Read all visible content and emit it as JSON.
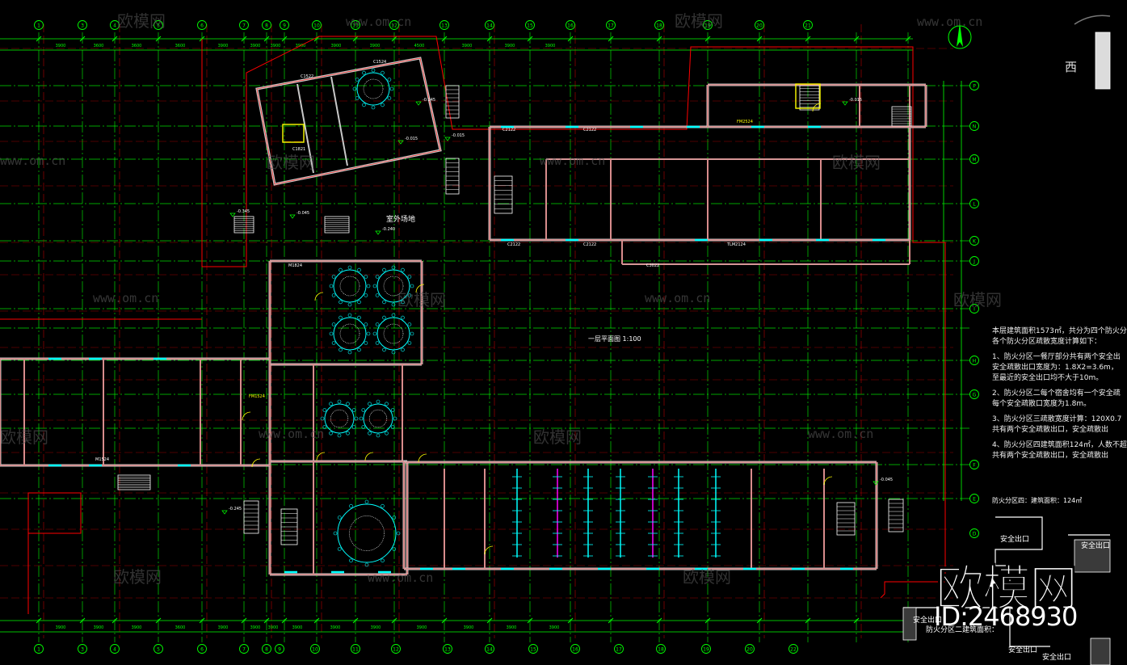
{
  "drawing": {
    "plan_title": "一层平面图 1:100",
    "outdoor_label": "室外场地",
    "fire_zone_label": "防火分区四：建筑面积：124㎡",
    "west_label": "西",
    "watermark": "欧模网",
    "watermark_url": "www.om.cn",
    "id_label": "ID:2468930",
    "exit_label": "安全出口",
    "zone_area_note": "防火分区二建筑面积："
  },
  "axes": {
    "top": [
      "1",
      "3",
      "4",
      "5",
      "6",
      "7",
      "8",
      "9",
      "10",
      "11",
      "12",
      "13",
      "14",
      "15",
      "16",
      "17",
      "18",
      "19",
      "20",
      "21"
    ],
    "bottom": [
      "1",
      "3",
      "4",
      "5",
      "6",
      "7",
      "8",
      "9",
      "10",
      "11",
      "12",
      "13",
      "14",
      "15",
      "16",
      "17",
      "18",
      "19",
      "20",
      "22"
    ],
    "right": [
      "P",
      "N",
      "M",
      "L",
      "K",
      "J",
      "I",
      "H",
      "G",
      "F",
      "E",
      "D"
    ]
  },
  "dims_top": [
    "3900",
    "3600",
    "3600",
    "3600",
    "3900",
    "3900",
    "3900",
    "3900",
    "3900",
    "3900",
    "4500",
    "3900",
    "3900",
    "3900"
  ],
  "dims_bottom": [
    "3900",
    "3900",
    "3900",
    "3600",
    "3900",
    "3900",
    "3900",
    "3900",
    "3900",
    "3900",
    "3900",
    "3900",
    "3900",
    "3900"
  ],
  "door_tags": [
    "C2122",
    "C2122",
    "C2122",
    "C2122",
    "C3022",
    "TLM2124",
    "FM2524",
    "FM1524",
    "M1824",
    "M1524",
    "C1522",
    "C1524",
    "C1821"
  ],
  "level_tags": [
    "-0.245",
    "-0.045",
    "-0.015",
    "-0.345",
    "-0.015",
    "-0.245",
    "-0.015",
    "-0.240",
    "-0.045"
  ],
  "notes": [
    "本层建筑面积1573㎡，共分为四个防火分",
    "各个防火分区疏散宽度计算如下：",
    "1、防火分区一餐厅部分共有两个安全出",
    "   安全疏散出口宽度为：1.8X2=3.6m，",
    "   至最近的安全出口均不大于10m。",
    "2、防火分区二每个宿舍均有一个安全疏",
    "   每个安全疏散口宽度为1.8m。",
    "3、防火分区三疏散宽度计算：120X0.7",
    "   共有两个安全疏散出口，安全疏散出",
    "4、防火分区四建筑面积124㎡，人数不超",
    "   共有两个安全疏散出口，安全疏散出"
  ],
  "colors": {
    "axis": "#00ff00",
    "wall": "#ff0000",
    "fill": "#c8c8c8",
    "yellow": "#ffff00",
    "cyan": "#00ffff",
    "magenta": "#ff00ff",
    "white": "#ffffff"
  }
}
